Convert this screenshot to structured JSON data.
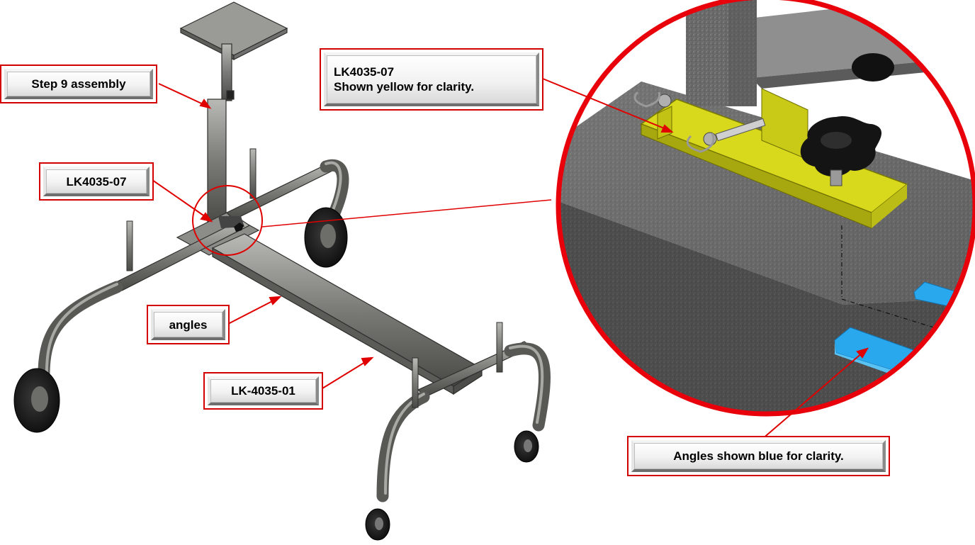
{
  "callouts": {
    "step9": "Step 9 assembly",
    "lk4035_07_detail_line1": "LK4035-07",
    "lk4035_07_detail_line2": "Shown yellow for clarity.",
    "lk4035_07": "LK4035-07",
    "angles": "angles",
    "lk4035_01": "LK-4035-01",
    "angles_blue": "Angles shown blue for clarity."
  },
  "colors": {
    "callout_border": "#d40000",
    "leader_line": "#e00000",
    "detail_circle": "#e8000a",
    "frame_metal": "#7b7b78",
    "yellow_bracket": "#d8d81c",
    "blue_angles": "#2aa8ee",
    "knob": "#111111"
  }
}
